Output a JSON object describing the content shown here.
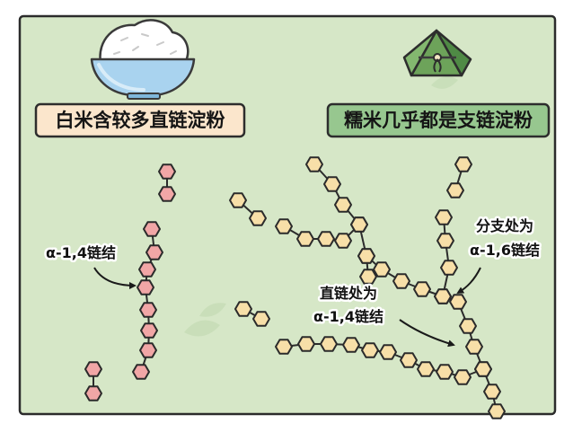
{
  "colors": {
    "background": "#d6e7c7",
    "frame": "#2b2b2b",
    "pink_hex": "#f1a6a6",
    "cream_hex": "#f7dfa8",
    "banner_left": "#fbe6cc",
    "banner_right": "#97c78f",
    "watermark": "#bfd8ae"
  },
  "left_panel": {
    "title": "白米含较多直链淀粉",
    "bond_label": "α-1,4链结"
  },
  "right_panel": {
    "title": "糯米几乎都是支链淀粉",
    "branch_label_line1": "分支处为",
    "branch_label_line2": "α-1,6链结",
    "linear_label_line1": "直链处为",
    "linear_label_line2": "α-1,4链结"
  },
  "icons": {
    "rice_bowl": "rice-bowl-icon",
    "zongzi": "zongzi-icon"
  }
}
